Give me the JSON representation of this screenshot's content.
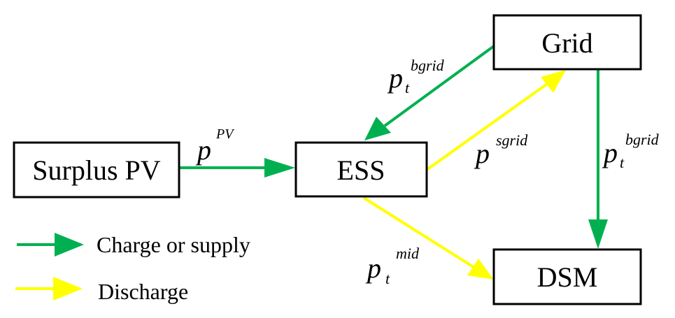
{
  "nodes": {
    "surplus_pv": "Surplus PV",
    "ess": "ESS",
    "grid": "Grid",
    "dsm": "DSM"
  },
  "edges": {
    "pv_to_ess": {
      "base": "p",
      "sup": "PV",
      "sub": ""
    },
    "grid_to_ess": {
      "base": "p",
      "sup": "bgrid",
      "sub": "t"
    },
    "ess_to_grid": {
      "base": "p",
      "sup": "sgrid",
      "sub": ""
    },
    "grid_to_dsm": {
      "base": "p",
      "sup": "bgrid",
      "sub": "t"
    },
    "ess_to_dsm": {
      "base": "p",
      "sup": "mid",
      "sub": "t"
    }
  },
  "legend": {
    "charge": "Charge or supply",
    "discharge": "Discharge"
  },
  "colors": {
    "charge": "#00B050",
    "discharge": "#FFFF00"
  }
}
